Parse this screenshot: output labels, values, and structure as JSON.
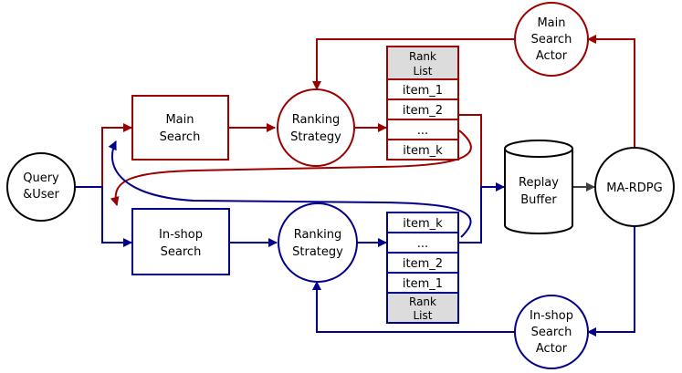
{
  "colors": {
    "red": "#9b0000",
    "blue": "#00008b",
    "gray": "#404040",
    "rank_fill": "#dcdcdc"
  },
  "nodes": {
    "query_user": [
      "Query",
      "&User"
    ],
    "main_search": [
      "Main",
      "Search"
    ],
    "inshop_search": [
      "In-shop",
      "Search"
    ],
    "ranking_main": [
      "Ranking",
      "Strategy"
    ],
    "ranking_inshop": [
      "Ranking",
      "Strategy"
    ],
    "main_actor": [
      "Main",
      "Search",
      "Actor"
    ],
    "inshop_actor": [
      "In-shop",
      "Search",
      "Actor"
    ],
    "replay_buffer": [
      "Replay",
      "Buffer"
    ],
    "ma_rdpg": "MA-RDPG"
  },
  "main_list": {
    "header": [
      "Rank",
      "List"
    ],
    "items": [
      "item_1",
      "item_2",
      "...",
      "item_k"
    ]
  },
  "inshop_list": {
    "items": [
      "item_k",
      "...",
      "item_2",
      "item_1"
    ],
    "footer": [
      "Rank",
      "List"
    ]
  }
}
